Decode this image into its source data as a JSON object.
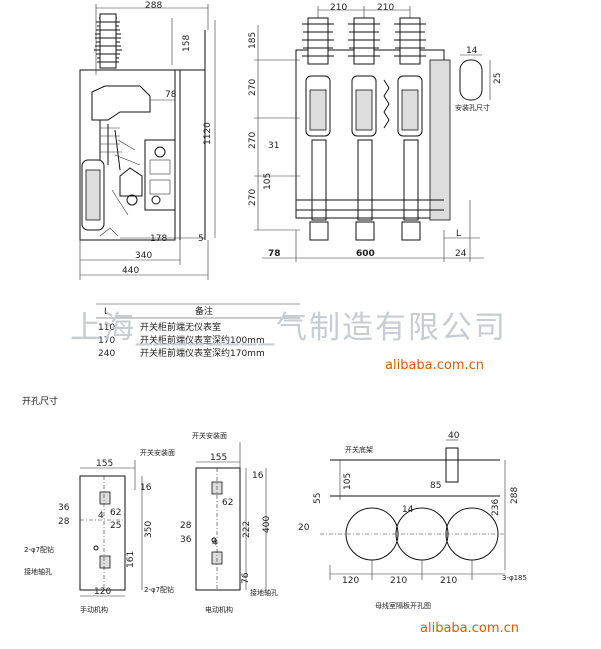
{
  "side_view": {
    "dims": {
      "top_width": "288",
      "top_offset": "158",
      "arm": "78",
      "total_height": "1120",
      "bottom_small": "178",
      "right_small": "5",
      "depth_340": "340",
      "depth_440": "440"
    }
  },
  "front_view": {
    "dims": {
      "pitch_a": "210",
      "pitch_b": "210",
      "h185": "185",
      "h270a": "270",
      "h270b": "270",
      "h31": "31",
      "h270c": "270",
      "h105": "105",
      "w78": "78",
      "w600": "600",
      "w24": "24",
      "L": "L"
    }
  },
  "mount_hole": {
    "w": "14",
    "h": "25",
    "label": "安装孔尺寸"
  },
  "legend": {
    "header_l": "L",
    "header_note": "备注",
    "rows": [
      {
        "l": "110",
        "note": "开关柜前端无仪表室"
      },
      {
        "l": "170",
        "note": "开关柜前端仪表室深约100mm"
      },
      {
        "l": "240",
        "note": "开关柜前端仪表室深约170mm"
      }
    ]
  },
  "watermark": "上海________气制造有限公司",
  "brand_top": "alibaba.com.cn",
  "brand_bottom": "alibaba.com.cn",
  "section_title": "开孔尺寸",
  "manual": {
    "caption": "手动机构",
    "mount_label": "开关安装面",
    "d155": "155",
    "d16": "16",
    "d36": "36",
    "d4": "4",
    "d62": "62",
    "d25": "25",
    "d28": "28",
    "d350": "350",
    "d161": "161",
    "d120": "120",
    "drill": "2-φ7配钻",
    "ground": "接地轴孔"
  },
  "electric": {
    "caption": "电动机构",
    "mount_label": "开关安装面",
    "d155": "155",
    "d16": "16",
    "d62": "62",
    "d4": "4",
    "d28": "28",
    "d36": "36",
    "d222": "222",
    "d400": "400",
    "d76": "76",
    "drill": "2-φ7配钻",
    "ground": "接地轴孔"
  },
  "busbar": {
    "caption": "母线室隔板开孔图",
    "frame_label": "开关底架",
    "d40": "40",
    "d105": "105",
    "d85": "85",
    "d55": "55",
    "d14": "14",
    "d288": "288",
    "d236": "236",
    "d20": "20",
    "d120": "120",
    "d210a": "210",
    "d210b": "210",
    "holes": "3-φ185"
  }
}
